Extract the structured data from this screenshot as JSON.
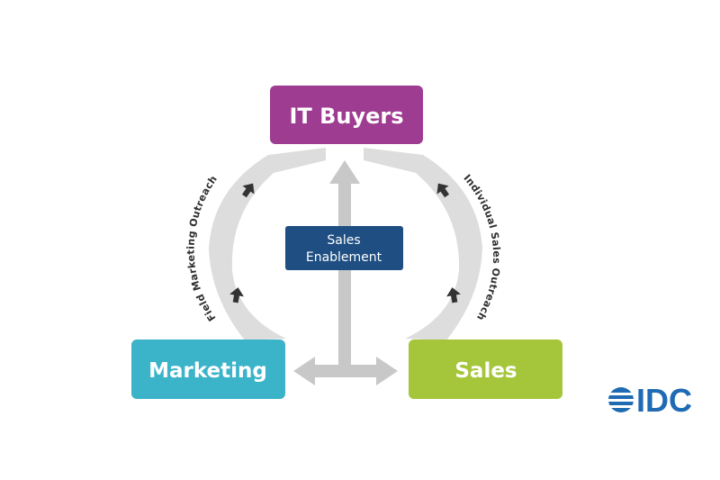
{
  "nodes": {
    "it_buyers": {
      "label": "IT Buyers",
      "color": "#9d3c91"
    },
    "marketing": {
      "label": "Marketing",
      "color": "#3bb3c9"
    },
    "sales": {
      "label": "Sales",
      "color": "#a5c63b"
    },
    "sales_enablement": {
      "line1": "Sales",
      "line2": "Enablement",
      "color": "#1f4e82"
    }
  },
  "arcs": {
    "left_label": "Field Marketing Outreach",
    "right_label": "Individual Sales Outreach",
    "arc_color": "#dddddd",
    "arrow_color": "#333333"
  },
  "connector_color": "#c8c8c8",
  "logo": {
    "text": "IDC",
    "color": "#1f6bb3"
  }
}
